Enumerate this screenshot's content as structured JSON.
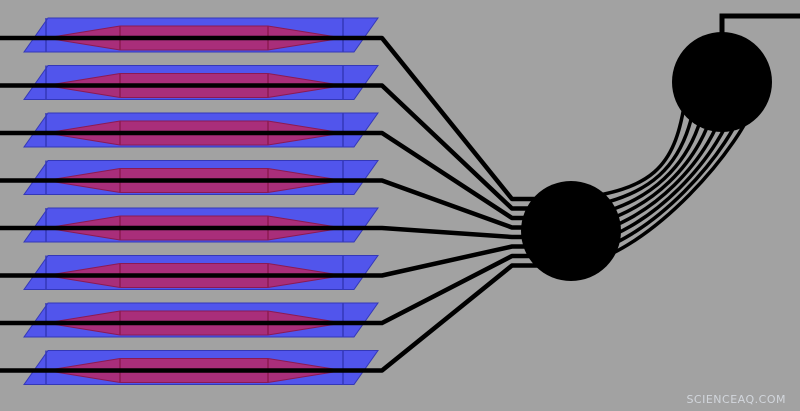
{
  "diagram": {
    "channel_count": 8,
    "colors": {
      "background": "#a2a2a2",
      "plate_fill": "#4a4ef2",
      "plate_edge": "#3438b8",
      "waveguide_fill": "#b32a6e",
      "waveguide_edge": "#8c1a52",
      "fiber": "#000000",
      "node": "#000000"
    },
    "components": [
      "planar-plate",
      "tapered-waveguide",
      "output-fiber",
      "fiber-bundle",
      "combiner-node",
      "output-node"
    ]
  },
  "watermark": {
    "text": "SCIENCEAQ.COM"
  }
}
